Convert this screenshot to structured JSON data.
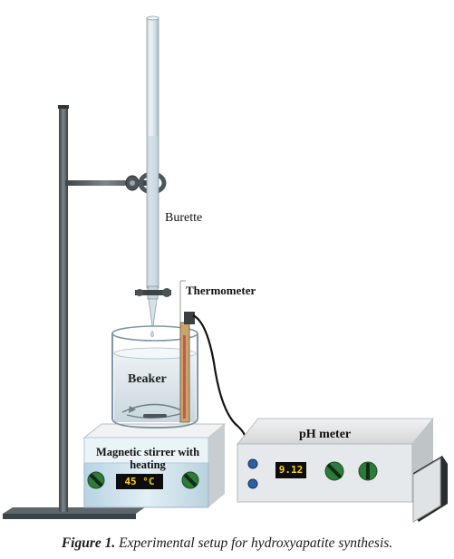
{
  "labels": {
    "burette": "Burette",
    "thermometer": "Thermometer",
    "beaker": "Beaker",
    "stirrer": "Magnetic stirrer with heating",
    "ph_meter": "pH meter"
  },
  "readouts": {
    "stirrer_temperature": "45 °C",
    "ph_value": "9.12"
  },
  "caption": {
    "figure_number": "Figure 1.",
    "text": "Experimental setup for hydroxyapatite synthesis."
  },
  "colors": {
    "stand": "#4f565a",
    "glass": "#d9e6ec",
    "device_body": "#e6e9eb",
    "device_front": "#cfe3ee",
    "lcd_background": "#0d0d0d",
    "lcd_digits": "#ffd21a",
    "knob": "#2f7a3a",
    "cable": "#111111"
  }
}
